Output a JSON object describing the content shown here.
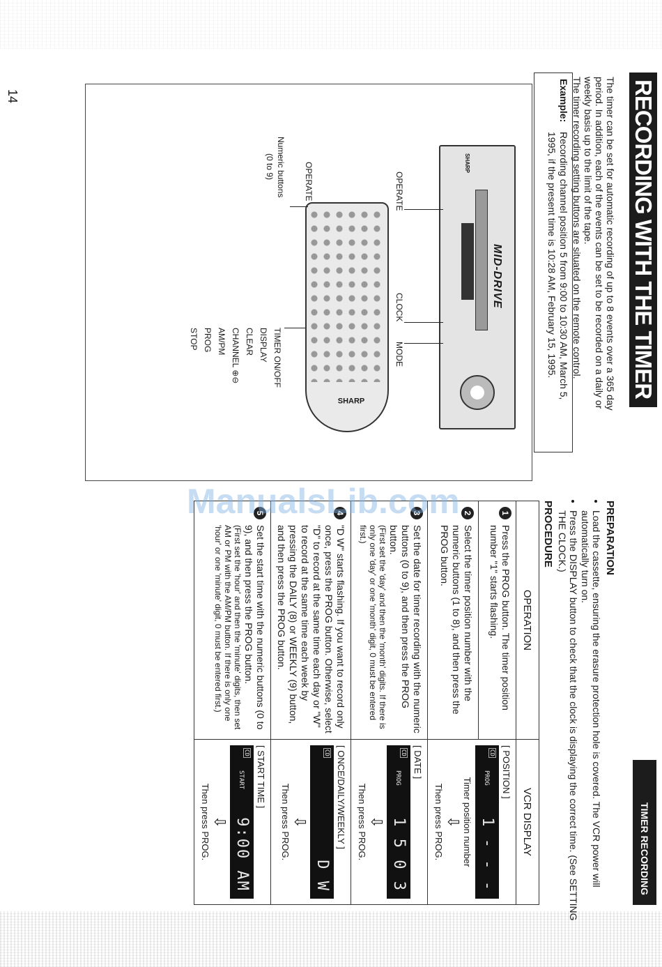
{
  "page_number": "14",
  "title": "RECORDING WITH THE TIMER",
  "section_tag": "TIMER RECORDING",
  "intro": [
    "The timer can be set for automatic recording of up to 8 events over a 365 day",
    "period. In addition, each of the events can be set to be recorded on a daily or",
    "weekly basis up to the limit of the tape.",
    "The timer recording setting buttons are situated on the remote control."
  ],
  "example": {
    "label": "Example:",
    "line1": "Recording channel position 5 from 9:00 to 10:30 AM, March 5,",
    "line2": "1995, if the present time is 10:28 AM, February 15, 1995."
  },
  "illustration": {
    "vcr_logo": "MID-DRIVE",
    "brand": "SHARP",
    "labels": {
      "operate_vcr": "OPERATE",
      "clock": "CLOCK",
      "mode": "MODE",
      "operate_remote": "OPERATE",
      "numeric": "Numeric buttons",
      "numeric_range": "(0 to 9)",
      "timer_onoff": "TIMER ON/OFF",
      "display": "DISPLAY",
      "clear": "CLEAR",
      "channel": "CHANNEL ⊕⊖",
      "ampm": "AM/PM",
      "prog": "PROG",
      "stop": "STOP"
    }
  },
  "watermark": "ManualsLib.com",
  "preparation": {
    "heading": "PREPARATION",
    "bullets": [
      "Load the cassette, ensuring the erasure protection hole is covered. The VCR power will automatically turn on.",
      "Press the DISPLAY button to check that the clock is displaying the correct time. (See SETTING THE CLOCK.)"
    ]
  },
  "procedure": {
    "heading": "PROCEDURE",
    "col_operation": "OPERATION",
    "col_display": "VCR DISPLAY",
    "steps": [
      {
        "num": "1",
        "text": "Press the PROG button. The timer position number \"1\" starts flashing.",
        "note": "",
        "display_label": "[ POSITION ]",
        "lcd_tag": "CD",
        "lcd_mode": "PROG",
        "lcd_digits": "1 - - -",
        "below1": "Timer position number",
        "below2": "Then press PROG."
      },
      {
        "num": "2",
        "text": "Select the timer position number with the numeric buttons (1 to 8), and then press the PROG button.",
        "note": "",
        "display_label": "",
        "lcd_tag": "",
        "lcd_mode": "",
        "lcd_digits": "",
        "below1": "",
        "below2": ""
      },
      {
        "num": "3",
        "text": "Set the date for timer recording with the numeric buttons (0 to 9), and then press the PROG button.",
        "note": "(First set the 'day' and then the 'month' digits. If there is only one 'day' or one 'month' digit, 0 must be entered first.)",
        "display_label": "[ DATE ]",
        "lcd_tag": "CD",
        "lcd_mode": "PROG",
        "lcd_digits": "1 5 0 3",
        "below1": "",
        "below2": "Then press PROG."
      },
      {
        "num": "4",
        "text": "\"D W\" starts flashing. If you want to record only once, press the PROG button. Otherwise, select \"D\" to record at the same time each day or \"W\" to record at the same time each week by pressing the DAILY (8) or WEEKLY (9) button, and then press the PROG button.",
        "note": "",
        "display_label": "[ ONCE/DAILY/WEEKLY ]",
        "lcd_tag": "CD",
        "lcd_mode": "",
        "lcd_digits": "D W",
        "below1": "",
        "below2": "Then press PROG."
      },
      {
        "num": "5",
        "text": "Set the start time with the numeric buttons (0 to 9), and then press the PROG button.",
        "note": "(First set the 'hour' and then the 'minute' digits, then set AM or PM with the AM/PM button. If there is only one 'hour' or one 'minute' digit, 0 must be entered first.)",
        "display_label": "[ START TIME ]",
        "lcd_tag": "CD",
        "lcd_mode": "START",
        "lcd_digits": "9:00 AM",
        "below1": "",
        "below2": "Then press PROG."
      }
    ]
  }
}
